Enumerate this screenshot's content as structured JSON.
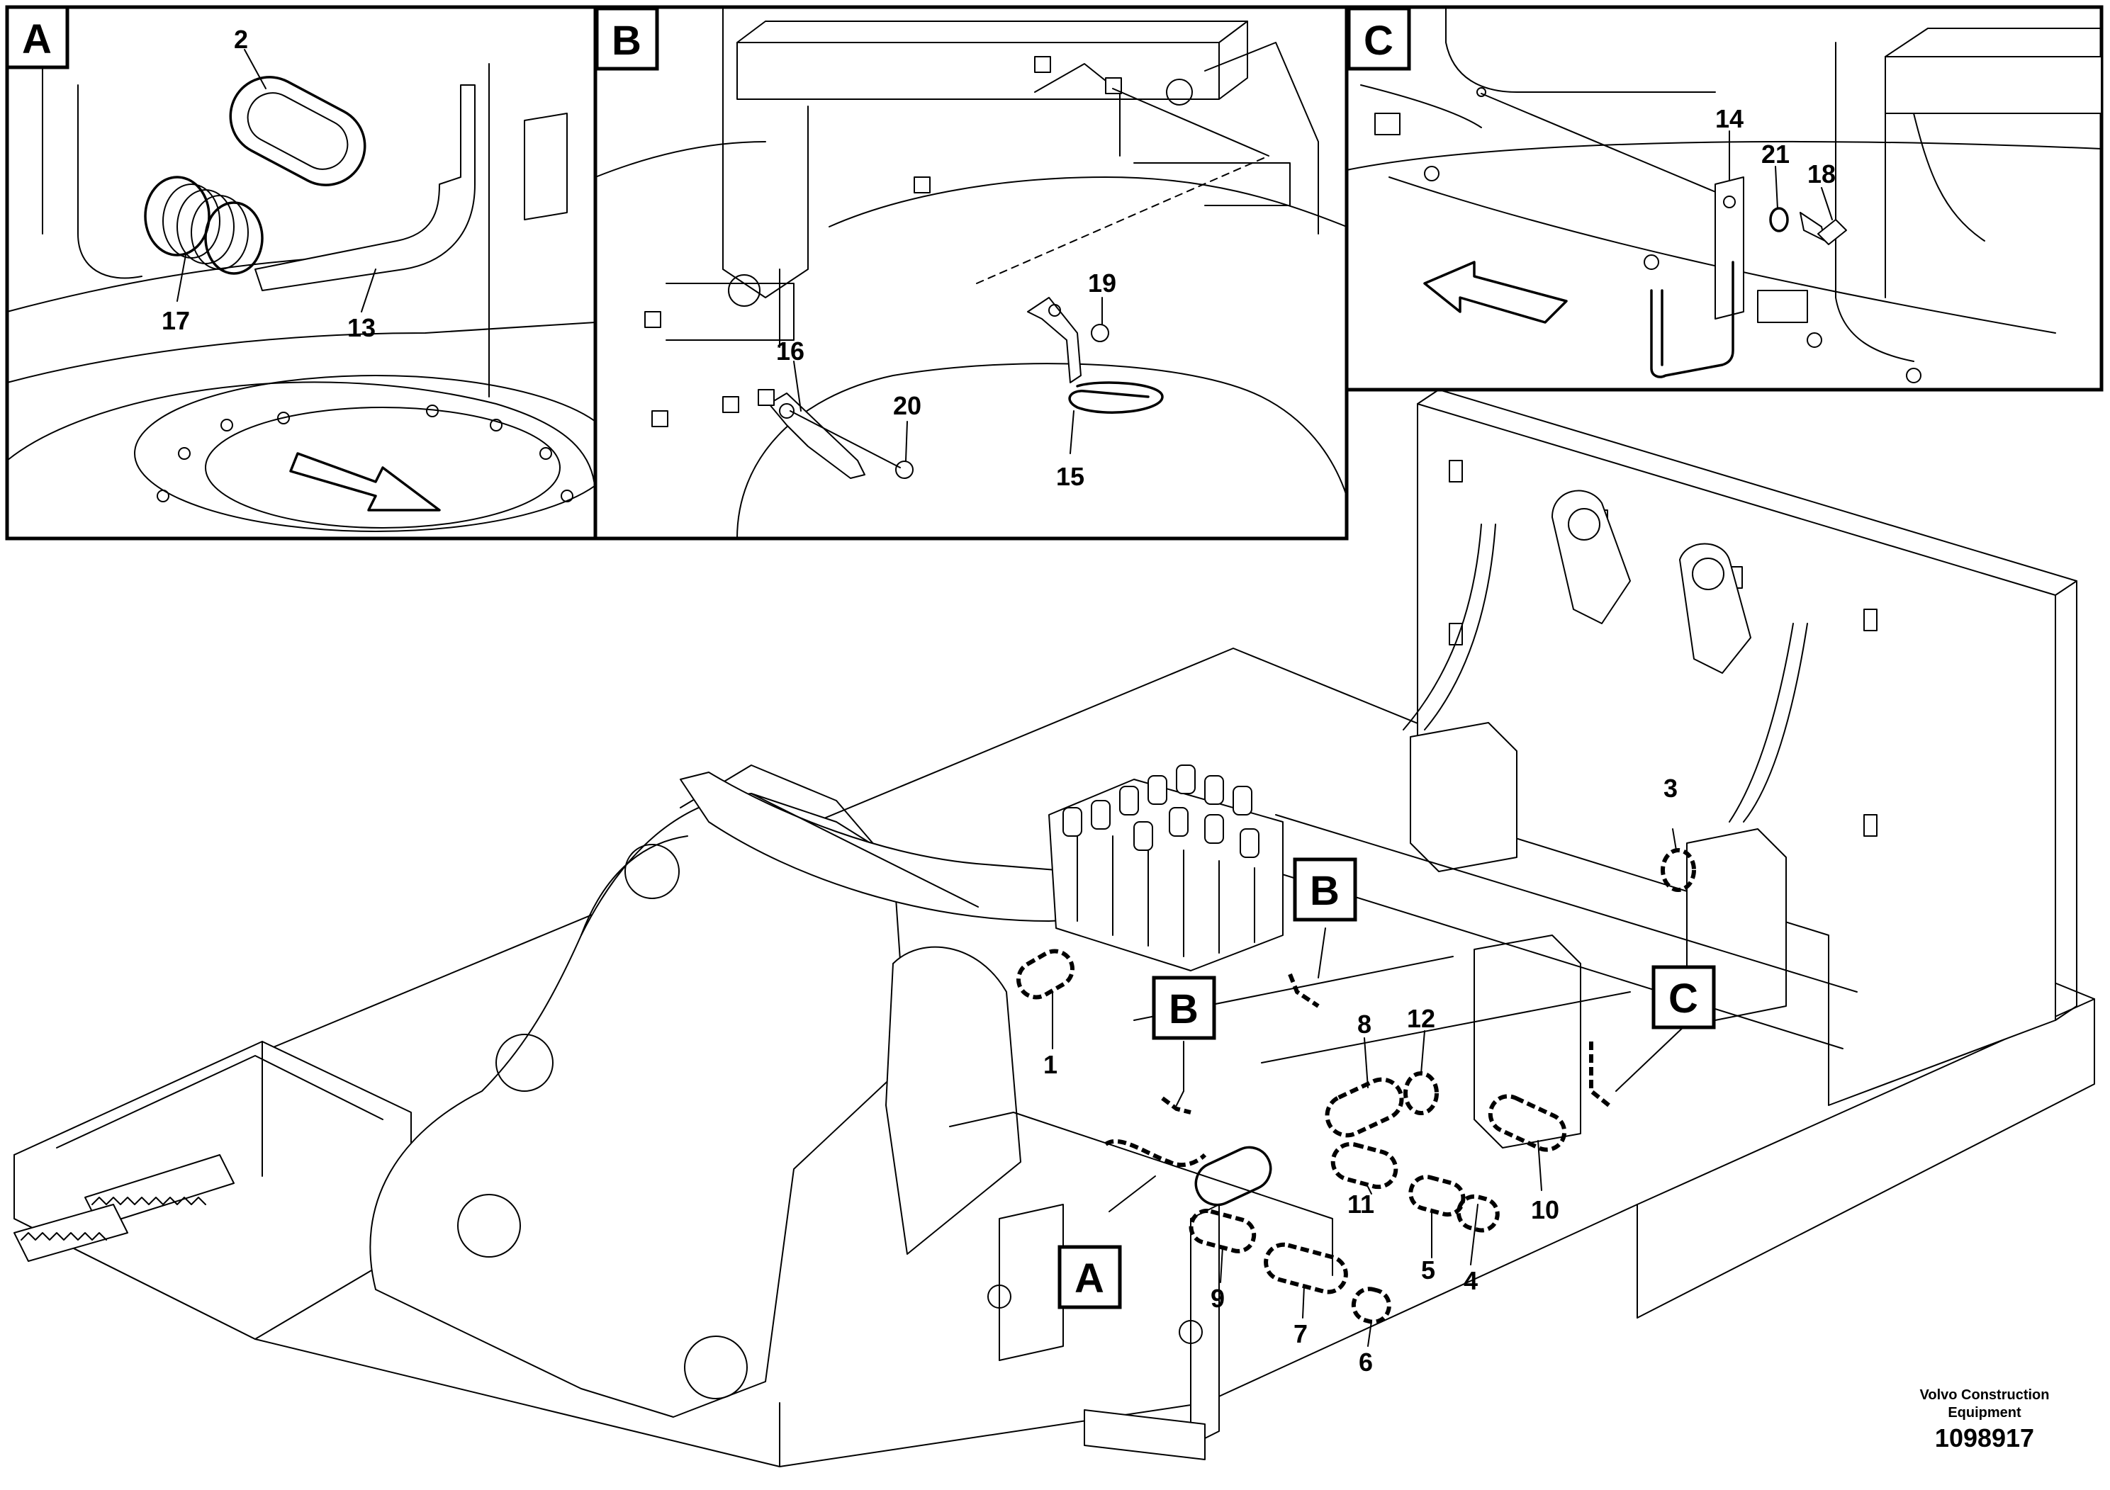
{
  "detail_views": [
    {
      "letter": "A",
      "labels": [
        "2",
        "17",
        "13"
      ]
    },
    {
      "letter": "B",
      "labels": [
        "16",
        "19",
        "20",
        "15"
      ]
    },
    {
      "letter": "C",
      "labels": [
        "14",
        "21",
        "18"
      ]
    }
  ],
  "main_callouts": [
    "1",
    "3",
    "4",
    "5",
    "6",
    "7",
    "8",
    "9",
    "10",
    "11",
    "12"
  ],
  "main_tags": [
    "B",
    "B",
    "A",
    "C"
  ],
  "footer": {
    "company_line1": "Volvo Construction",
    "company_line2": "Equipment",
    "drawing_number": "1098917"
  }
}
